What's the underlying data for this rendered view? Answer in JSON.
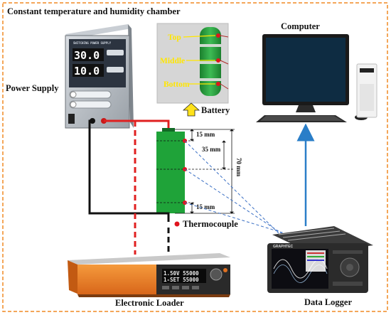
{
  "chamber": {
    "title": "Constant temperature and humidity chamber",
    "border_color": "#f08a24"
  },
  "labels": {
    "power_supply": "Power Supply",
    "computer": "Computer",
    "battery": "Battery",
    "thermocouple": "Thermocouple",
    "electronic_loader": "Electronic Loader",
    "data_logger": "Data Logger"
  },
  "photo_labels": {
    "top": "Top",
    "middle": "Middle",
    "bottom": "Bottom"
  },
  "dimensions": {
    "d1": "15 mm",
    "d2": "35 mm",
    "d3": "70 mm",
    "d4": "15 mm"
  },
  "power_supply_display": {
    "voltage": "30.0",
    "current": "10.0",
    "panel_text": "SWITCHING POWER SUPPLY"
  },
  "loader_display": {
    "line1": "1.50V  55000",
    "line2": "1-SET  55000"
  },
  "data_logger_brand": "GRAPHTEC",
  "colors": {
    "wire_red": "#e02020",
    "wire_black": "#111111",
    "thermo_line": "#3a6fc4",
    "arrow_blue": "#2a7ec8",
    "battery_green": "#1fa339",
    "arrow_yellow": "#ffe21a",
    "label_yellow": "#ffe600",
    "thermo_dot": "#e0141e"
  }
}
